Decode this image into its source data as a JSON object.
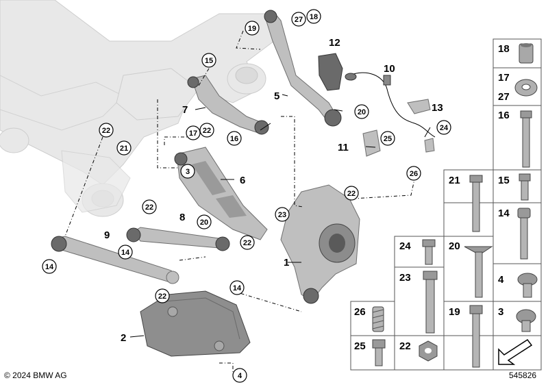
{
  "footer": {
    "copyright": "© 2024 BMW AG",
    "diagram_id": "545826"
  },
  "callouts": [
    {
      "id": "c-19",
      "label": "19"
    },
    {
      "id": "c-27",
      "label": "27"
    },
    {
      "id": "c-18",
      "label": "18"
    },
    {
      "id": "c-15",
      "label": "15"
    },
    {
      "id": "c-17",
      "label": "17"
    },
    {
      "id": "c-22a",
      "label": "22"
    },
    {
      "id": "c-22b",
      "label": "22"
    },
    {
      "id": "c-21",
      "label": "21"
    },
    {
      "id": "c-16",
      "label": "16"
    },
    {
      "id": "c-3",
      "label": "3"
    },
    {
      "id": "c-20a",
      "label": "20"
    },
    {
      "id": "c-20b",
      "label": "20"
    },
    {
      "id": "c-25",
      "label": "25"
    },
    {
      "id": "c-24",
      "label": "24"
    },
    {
      "id": "c-26",
      "label": "26"
    },
    {
      "id": "c-22c",
      "label": "22"
    },
    {
      "id": "c-23",
      "label": "23"
    },
    {
      "id": "c-22d",
      "label": "22"
    },
    {
      "id": "c-22e",
      "label": "22"
    },
    {
      "id": "c-14a",
      "label": "14"
    },
    {
      "id": "c-14b",
      "label": "14"
    },
    {
      "id": "c-14c",
      "label": "14"
    },
    {
      "id": "c-22f",
      "label": "22"
    },
    {
      "id": "c-4",
      "label": "4"
    }
  ],
  "part_labels": [
    {
      "id": "p-12",
      "label": "12"
    },
    {
      "id": "p-10",
      "label": "10"
    },
    {
      "id": "p-5",
      "label": "5"
    },
    {
      "id": "p-7",
      "label": "7"
    },
    {
      "id": "p-13",
      "label": "13"
    },
    {
      "id": "p-11",
      "label": "11"
    },
    {
      "id": "p-6",
      "label": "6"
    },
    {
      "id": "p-8",
      "label": "8"
    },
    {
      "id": "p-9",
      "label": "9"
    },
    {
      "id": "p-1",
      "label": "1"
    },
    {
      "id": "p-2",
      "label": "2"
    }
  ],
  "parts_table": [
    {
      "id": "t-18",
      "label": "18"
    },
    {
      "id": "t-17",
      "label": "17"
    },
    {
      "id": "t-27",
      "label": "27"
    },
    {
      "id": "t-16",
      "label": "16"
    },
    {
      "id": "t-21",
      "label": "21"
    },
    {
      "id": "t-15",
      "label": "15"
    },
    {
      "id": "t-14",
      "label": "14"
    },
    {
      "id": "t-24",
      "label": "24"
    },
    {
      "id": "t-20",
      "label": "20"
    },
    {
      "id": "t-4",
      "label": "4"
    },
    {
      "id": "t-23",
      "label": "23"
    },
    {
      "id": "t-26",
      "label": "26"
    },
    {
      "id": "t-19",
      "label": "19"
    },
    {
      "id": "t-3",
      "label": "3"
    },
    {
      "id": "t-25",
      "label": "25"
    },
    {
      "id": "t-22",
      "label": "22"
    }
  ]
}
